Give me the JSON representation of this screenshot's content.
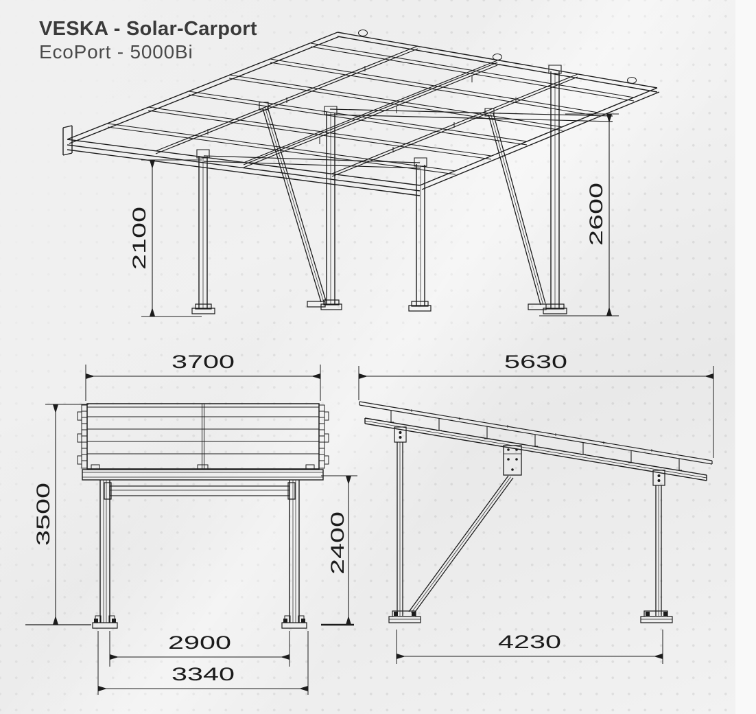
{
  "title": "VESKA - Solar-Carport",
  "subtitle": "EcoPort - 5000Bi",
  "drawing": {
    "views": {
      "isometric": {
        "dims": {
          "front_post_height": "2100",
          "rear_post_height": "2600"
        }
      },
      "front": {
        "dims": {
          "roof_width": "3700",
          "overall_height": "3500",
          "clearance_height": "2400",
          "post_spacing": "2900",
          "base_width": "3340"
        }
      },
      "side": {
        "dims": {
          "roof_length": "5630",
          "post_spacing": "4230"
        }
      }
    }
  },
  "colors": {
    "background": "#eeeeee",
    "line": "#1c1c1c",
    "dimension_text": "#1b1b1b",
    "title_text": "#3a3a3a",
    "right_strip": "#f9f9f9"
  }
}
